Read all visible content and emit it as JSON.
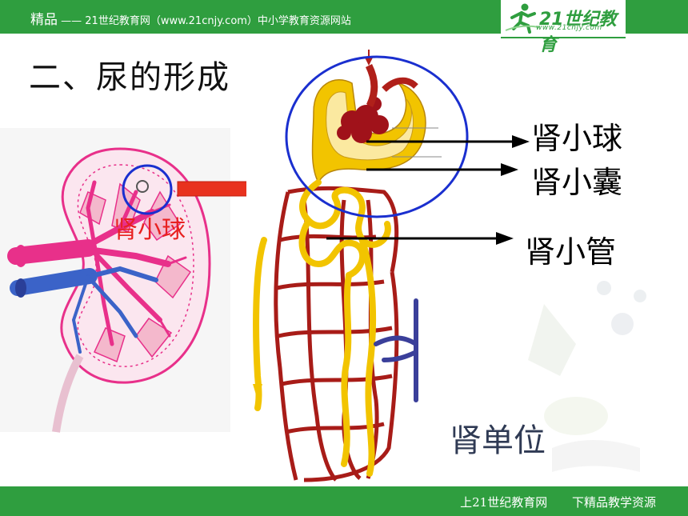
{
  "header": {
    "brand": "精品",
    "dash": "——",
    "site_desc": "21世纪教育网（www.21cnjy.com）中小学教育资源网站",
    "logo_name": "21世纪教育",
    "logo_url": "www.21cnjy.com"
  },
  "slide": {
    "title": "二、尿的形成",
    "kidney_label": "肾小球",
    "labels": [
      "肾小球",
      "肾小囊",
      "肾小管"
    ],
    "nephron_label": "肾单位"
  },
  "footer": {
    "left_text": "上21世纪教育网",
    "right_text": "下精品教学资源"
  },
  "colors": {
    "header_green": "#2f9e3f",
    "highlight_blue": "#1a2fcf",
    "arrow_red": "#e8321e",
    "artery_red": "#b0201a",
    "tubule_yellow": "#f2c400",
    "vein_blue": "#3a3f9a",
    "kidney_pink": "#e8308a"
  }
}
